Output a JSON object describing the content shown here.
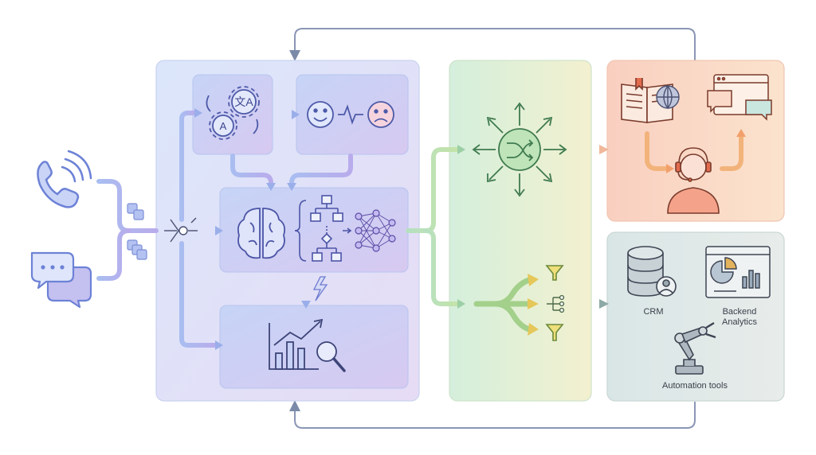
{
  "destinations": {
    "crm_label": "CRM",
    "backend_label": "Backend Analytics",
    "automation_label": "Automation tools"
  },
  "icons": {
    "inputs": [
      "phone-icon",
      "chat-bubbles-icon"
    ],
    "nlp": [
      "translation-gear-icon",
      "sentiment-faces-icon",
      "brain-icon",
      "decision-tree-icon",
      "neural-network-icon",
      "analytics-chart-icon"
    ],
    "routing": [
      "shuffle-hub-icon",
      "funnel-icon"
    ],
    "outputs": [
      "knowledge-book-icon",
      "globe-icon",
      "browser-window-icon",
      "agent-headset-icon",
      "database-icon",
      "dashboard-icon",
      "robot-arm-icon"
    ]
  },
  "colors": {
    "input_blue": "#7f93e0",
    "nlp_panel": "#dce4fb",
    "routing_panel": "#dff1d8",
    "human_panel": "#fbd9c8",
    "systems_panel": "#dfe7e6",
    "feedback_line": "#7b8aa8"
  }
}
